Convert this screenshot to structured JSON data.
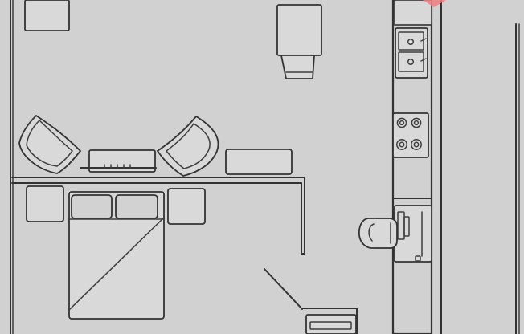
{
  "plan": {
    "background": "#cfcfcf",
    "line_color": "#333333",
    "accent_marker_color": "#f07f80"
  },
  "rooms": [
    "living-area",
    "bedroom-area",
    "kitchen-corridor",
    "desk-area"
  ],
  "fixtures": [
    "table",
    "armchair-left",
    "armchair-right",
    "tv-console",
    "bench",
    "bed",
    "nightstand-left",
    "nightstand-right",
    "sink",
    "cooktop",
    "desk",
    "desk-chair",
    "appliance-bottom"
  ]
}
